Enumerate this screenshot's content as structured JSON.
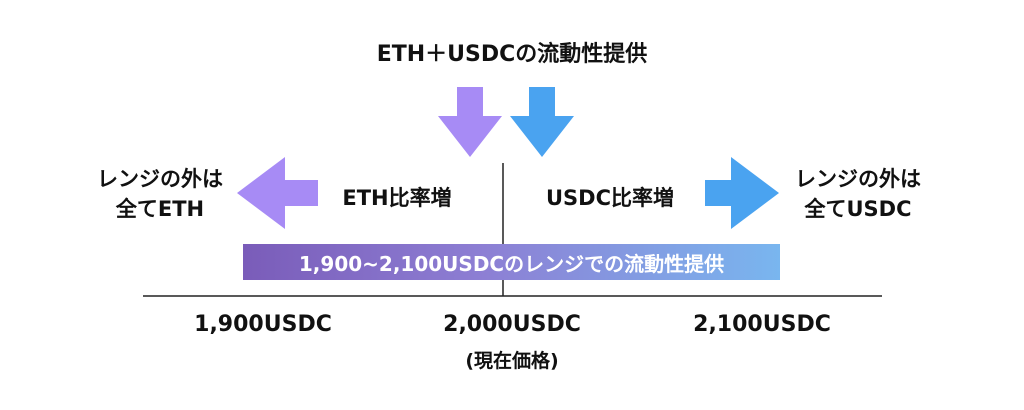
{
  "title": "ETH＋USDCの流動性提供",
  "left": {
    "outside_line1": "レンジの外は",
    "outside_line2": "全てETH",
    "direction_label": "ETH比率増"
  },
  "right": {
    "outside_line1": "レンジの外は",
    "outside_line2": "全てUSDC",
    "direction_label": "USDC比率増"
  },
  "range_bar": {
    "label": "1,900~2,100USDCのレンジでの流動性提供"
  },
  "axis": {
    "left_tick": "1,900USDC",
    "mid_tick": "2,000USDC",
    "mid_note": "(現在価格)",
    "right_tick": "2,100USDC"
  },
  "colors": {
    "eth_purple": "#a78bf5",
    "usdc_blue": "#4aa3f0",
    "bar_start": "#7a5cb9",
    "bar_end": "#79b6ef",
    "line": "#222222"
  }
}
